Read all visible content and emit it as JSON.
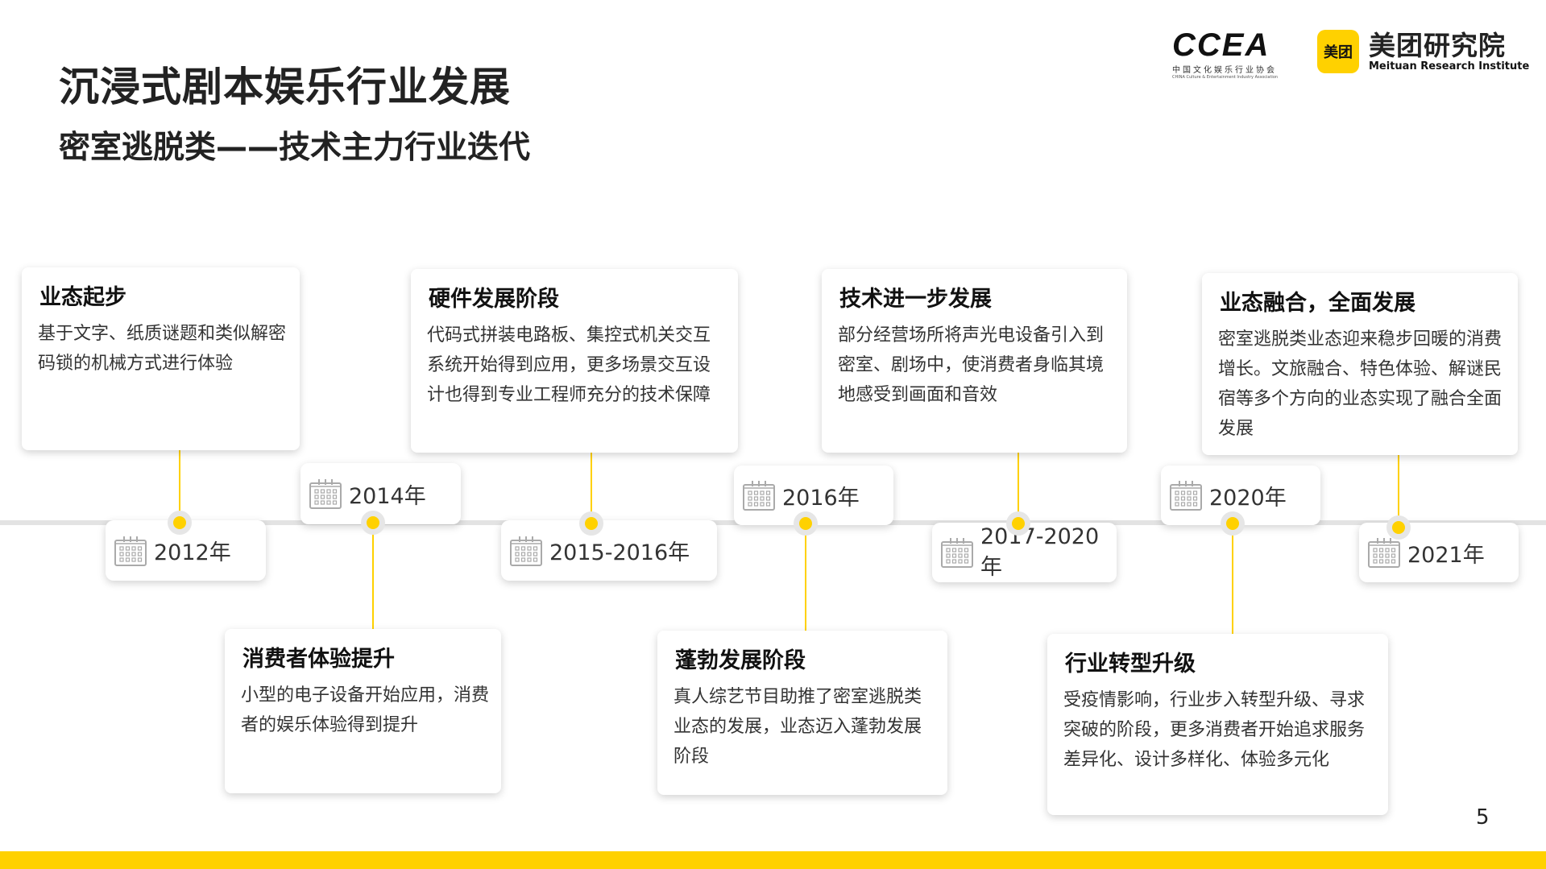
{
  "title": "沉浸式剧本娱乐行业发展",
  "subtitle": "密室逃脱类——技术主力行业迭代",
  "logos": {
    "ccea": {
      "mark": "CCEA",
      "cn": "中国文化娱乐行业协会",
      "en": "CHINA Culture & Entertainment Industry Association"
    },
    "meituan": {
      "badge": "美团",
      "cn": "美团研究院",
      "en": "Meituan Research Institute"
    }
  },
  "accent": "#FFD100",
  "cards": [
    {
      "title": "业态起步",
      "text": "基于文字、纸质谜题和类似解密码锁的机械方式进行体验"
    },
    {
      "title": "硬件发展阶段",
      "text": "代码式拼装电路板、集控式机关交互系统开始得到应用，更多场景交互设计也得到专业工程师充分的技术保障"
    },
    {
      "title": "技术进一步发展",
      "text": "部分经营场所将声光电设备引入到密室、剧场中，使消费者身临其境地感受到画面和音效"
    },
    {
      "title": "业态融合，全面发展",
      "text": "密室逃脱类业态迎来稳步回暖的消费增长。文旅融合、特色体验、解谜民宿等多个方向的业态实现了融合全面发展"
    },
    {
      "title": "消费者体验提升",
      "text": "小型的电子设备开始应用，消费者的娱乐体验得到提升"
    },
    {
      "title": "蓬勃发展阶段",
      "text": "真人综艺节目助推了密室逃脱类业态的发展，业态迈入蓬勃发展阶段"
    },
    {
      "title": "行业转型升级",
      "text": "受疫情影响，行业步入转型升级、寻求突破的阶段，更多消费者开始追求服务差异化、设计多样化、体验多元化"
    }
  ],
  "dates": [
    "2012年",
    "2014年",
    "2015-2016年",
    "2016年",
    "2017-2020年",
    "2020年",
    "2021年"
  ],
  "icons": {
    "date": "calendar-icon"
  },
  "page_number": "5"
}
